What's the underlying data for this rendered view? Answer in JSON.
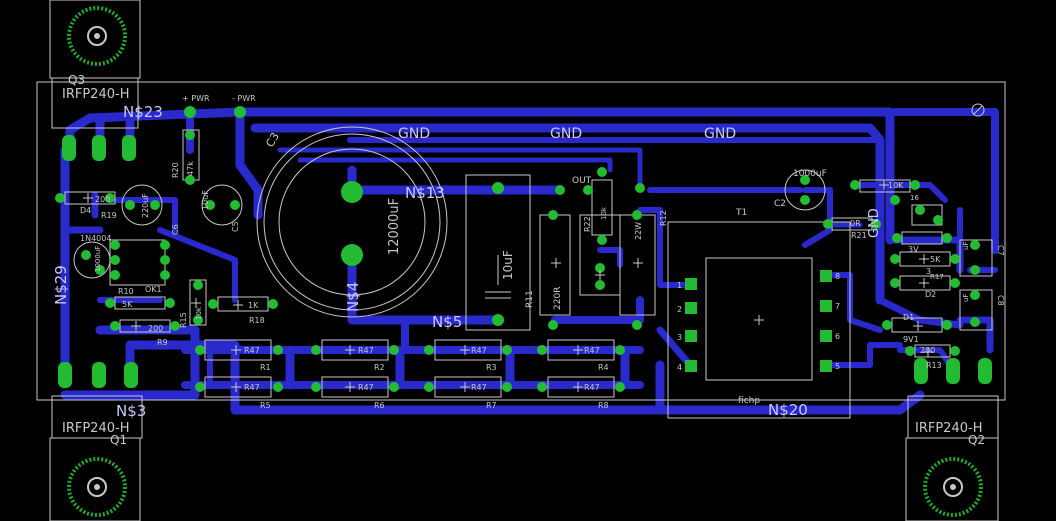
{
  "colors": {
    "background": "#000000",
    "trace": "#2a2acc",
    "outline": "#c8c8c8",
    "pad": "#22bb33",
    "via": "#44cc55"
  },
  "nets": {
    "n23": "N$23",
    "n13": "N$13",
    "n4": "N$4",
    "n29": "N$29",
    "n3": "N$3",
    "n20": "N$20",
    "n5": "N$5",
    "gnd": "GND"
  },
  "parts": {
    "q3": "Q3",
    "q3_val": "IRFP240-H",
    "q1": "Q1",
    "q1_val": "IRFP240-H",
    "q2": "Q2",
    "q2_val": "IRFP240-H",
    "pwr_plus": "+ PWR",
    "pwr_minus": "- PWR",
    "c3": "C3",
    "c3_val": "12000uF",
    "c4_val": "10uF",
    "c2": "C2",
    "c2_val": "1000uF",
    "out": "OUT",
    "t1": "T1",
    "t1_val": "fichp",
    "r1": "R1",
    "r2": "R2",
    "r3": "R3",
    "r4": "R4",
    "r5": "R5",
    "r6": "R6",
    "r7": "R7",
    "r8": "R8",
    "r47": "R47",
    "r9": "R9",
    "r10": "R10",
    "r11": "R11",
    "r12": "R12",
    "r13": "R13",
    "r15": "R15",
    "r16": "16",
    "r17": "R17",
    "r18": "R18",
    "r19": "R19",
    "r20": "R20",
    "r21": "R21",
    "r22": "R22",
    "v200": "200",
    "v5k": "5K",
    "v1k": "1K",
    "v10k": "10K",
    "v47k": "47k",
    "v10k2": "10k",
    "v220r": "220R",
    "v22w": "22W",
    "v0r": "0R",
    "v3": "3",
    "v3v": "3V",
    "d1": "D1",
    "d1_val": "9V1",
    "d2": "D2",
    "d4": "D4",
    "d4_val": "1N4004",
    "ok1": "OK1",
    "c5": "C5",
    "c6": "C6",
    "c7": "C7",
    "c8": "C8",
    "c220": "220uF",
    "c10": "10uF",
    "c1000b": "1000uF",
    "uf": "uF",
    "t1_pins": [
      "1",
      "2",
      "3",
      "4",
      "8",
      "7",
      "6",
      "5"
    ]
  }
}
